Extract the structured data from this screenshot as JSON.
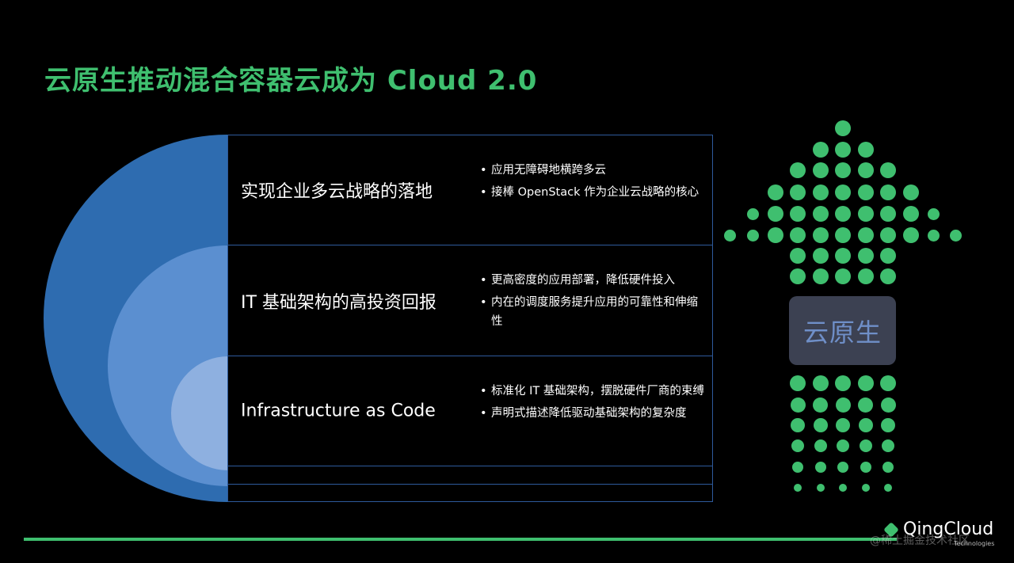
{
  "slide": {
    "title": "云原生推动混合容器云成为 Cloud 2.0",
    "title_color": "#3fbf6f",
    "rows": [
      {
        "title": "实现企业多云战略的落地",
        "bullets": [
          "应用无障碍地横跨多云",
          "接棒 OpenStack 作为企业云战略的核心"
        ]
      },
      {
        "title": "IT 基础架构的高投资回报",
        "bullets": [
          "更高密度的应用部署，降低硬件投入",
          "内在的调度服务提升应用的可靠性和伸缩性"
        ]
      },
      {
        "title": "Infrastructure as Code",
        "bullets": [
          "标准化 IT 基础架构，摆脱硬件厂商的束缚",
          "声明式描述降低驱动基础架构的复杂度"
        ]
      }
    ],
    "arrow_label": "云原生",
    "arrow_label_color": "#6f8fc8",
    "colors": {
      "arc_outer": "#2e6cb0",
      "arc_mid": "#5b8fd0",
      "arc_inner": "#8eb0e0",
      "border": "#2e5a9c",
      "dot_green": "#3fbf6f",
      "badge_bg": "#3c4152",
      "footer_line": "#3fbf6f"
    }
  },
  "footer": {
    "brand": "QingCloud",
    "brand_sub": "Technologies",
    "watermark": "@稀土掘金技术社区"
  }
}
